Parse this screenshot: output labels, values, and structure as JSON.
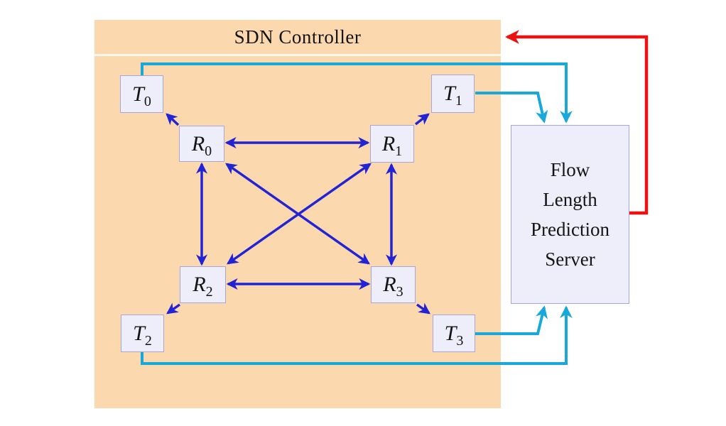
{
  "controller": {
    "title": "SDN Controller"
  },
  "server": {
    "lines": [
      "Flow",
      "Length",
      "Prediction",
      "Server"
    ]
  },
  "nodes": {
    "t0": {
      "base": "T",
      "sub": "0"
    },
    "t1": {
      "base": "T",
      "sub": "1"
    },
    "t2": {
      "base": "T",
      "sub": "2"
    },
    "t3": {
      "base": "T",
      "sub": "3"
    },
    "r0": {
      "base": "R",
      "sub": "0"
    },
    "r1": {
      "base": "R",
      "sub": "1"
    },
    "r2": {
      "base": "R",
      "sub": "2"
    },
    "r3": {
      "base": "R",
      "sub": "3"
    }
  },
  "colors": {
    "controller_bg": "#fbd8ae",
    "header_divider": "#ffffff",
    "node_fill": "#edeefa",
    "node_border": "#a5a5e0",
    "mesh_arrow": "#2323d6",
    "terminal_link": "#18a8dc",
    "feedback_link": "#ee1111",
    "text": "#141414"
  },
  "links": [
    {
      "from": "R0",
      "to": "R1",
      "direction": "bidirectional",
      "color": "mesh_arrow"
    },
    {
      "from": "R2",
      "to": "R3",
      "direction": "bidirectional",
      "color": "mesh_arrow"
    },
    {
      "from": "R0",
      "to": "R2",
      "direction": "bidirectional",
      "color": "mesh_arrow"
    },
    {
      "from": "R1",
      "to": "R3",
      "direction": "bidirectional",
      "color": "mesh_arrow"
    },
    {
      "from": "R0",
      "to": "R3",
      "direction": "bidirectional",
      "color": "mesh_arrow"
    },
    {
      "from": "R1",
      "to": "R2",
      "direction": "bidirectional",
      "color": "mesh_arrow"
    },
    {
      "from": "R0",
      "to": "T0",
      "direction": "one-way",
      "color": "mesh_arrow"
    },
    {
      "from": "R1",
      "to": "T1",
      "direction": "one-way",
      "color": "mesh_arrow"
    },
    {
      "from": "R2",
      "to": "T2",
      "direction": "one-way",
      "color": "mesh_arrow"
    },
    {
      "from": "R3",
      "to": "T3",
      "direction": "one-way",
      "color": "mesh_arrow"
    },
    {
      "from": "T0",
      "to": "Flow Length Prediction Server",
      "direction": "one-way",
      "color": "terminal_link"
    },
    {
      "from": "T1",
      "to": "Flow Length Prediction Server",
      "direction": "one-way",
      "color": "terminal_link"
    },
    {
      "from": "T2",
      "to": "Flow Length Prediction Server",
      "direction": "one-way",
      "color": "terminal_link"
    },
    {
      "from": "T3",
      "to": "Flow Length Prediction Server",
      "direction": "one-way",
      "color": "terminal_link"
    },
    {
      "from": "Flow Length Prediction Server",
      "to": "SDN Controller",
      "direction": "one-way",
      "color": "feedback_link"
    }
  ]
}
